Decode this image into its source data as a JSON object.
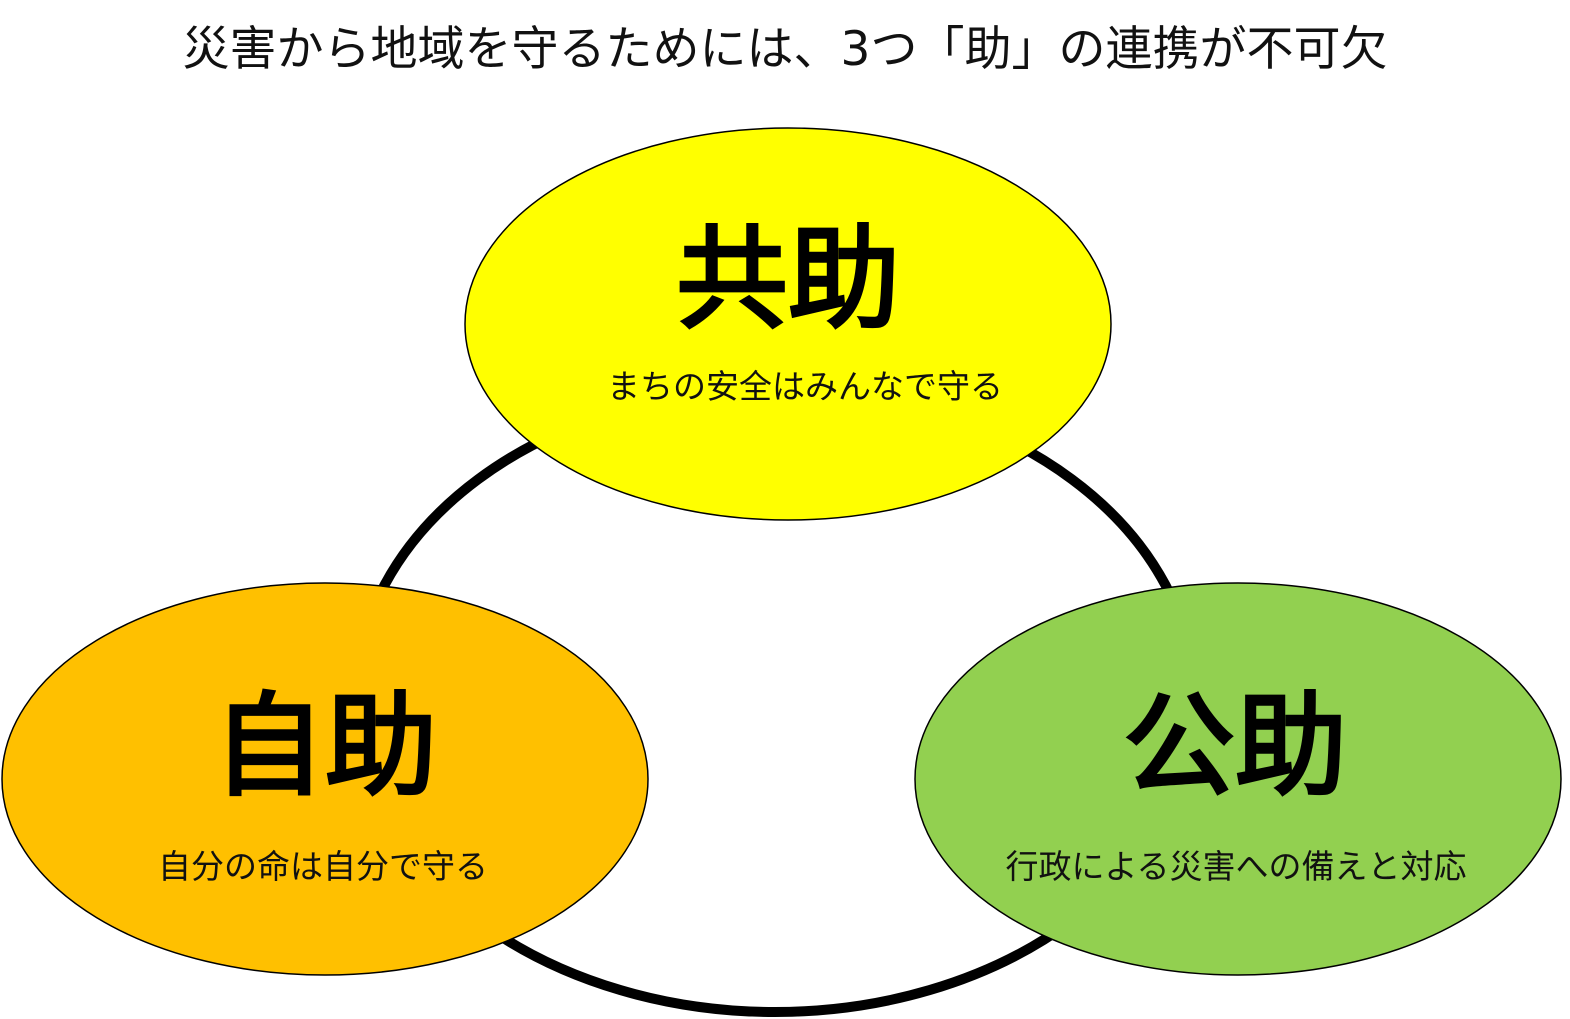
{
  "title": "災害から地域を守るためには、3つ「助」の連携が不可欠",
  "nodes": {
    "kyojo": {
      "label": "共助",
      "caption": "まちの安全はみんなで守る",
      "color": "#FFFF00"
    },
    "jijo": {
      "label": "自助",
      "caption": "自分の命は自分で守る",
      "color": "#FFC000"
    },
    "kojo": {
      "label": "公助",
      "caption": "行政による災害への備えと対応",
      "color": "#92D050"
    }
  }
}
